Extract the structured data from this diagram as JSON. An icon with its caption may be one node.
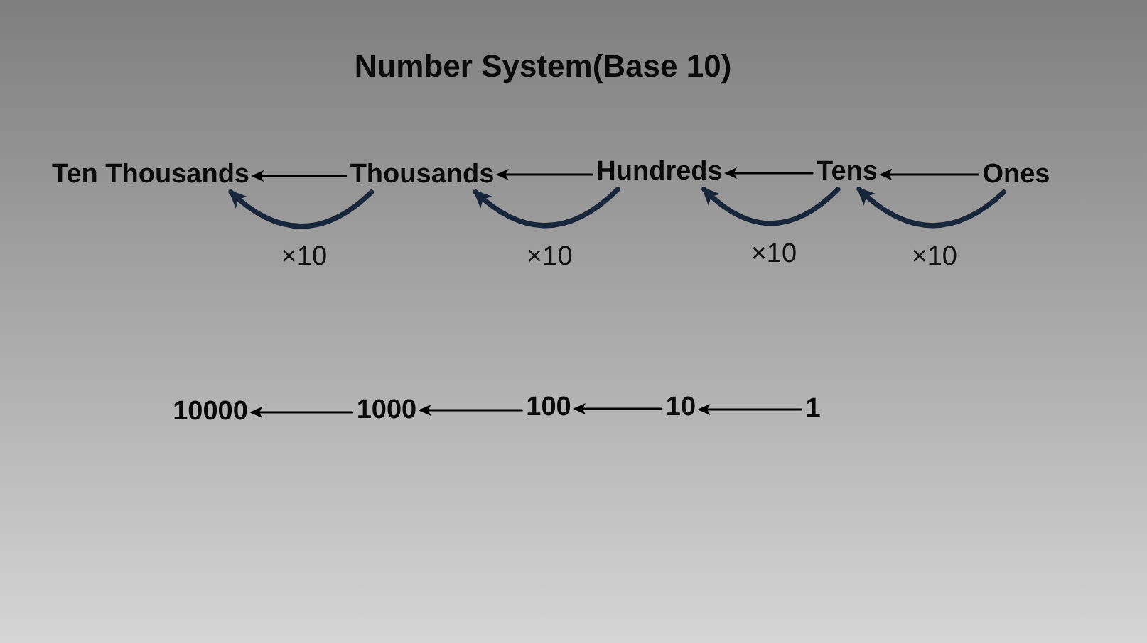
{
  "diagram": {
    "title": "Number System(Base 10)",
    "nodes": [
      {
        "text": [
          "Ten Thousands"
        ]
      },
      {
        "text": [
          "Thousands"
        ]
      },
      {
        "text": [
          "Hundreds"
        ]
      },
      {
        "text": [
          "Tens"
        ]
      },
      {
        "text": [
          "Ones"
        ]
      },
      {
        "text": [
          "10000"
        ]
      },
      {
        "text": [
          "1000"
        ]
      },
      {
        "text": [
          "100"
        ]
      },
      {
        "text": [
          "10"
        ]
      },
      {
        "text": [
          "1"
        ]
      }
    ],
    "edges": [
      {
        "from": 1,
        "to": 0,
        "arrow": "to"
      },
      {
        "from": 2,
        "to": 1,
        "arrow": "to"
      },
      {
        "from": 3,
        "to": 2,
        "arrow": "to"
      },
      {
        "from": 4,
        "to": 3,
        "arrow": "to"
      },
      {
        "from": 1,
        "to": 0,
        "arrow": "to",
        "label": "×10",
        "style": "thick",
        "color": "#17263b"
      },
      {
        "from": 2,
        "to": 1,
        "arrow": "to",
        "label": "×10",
        "style": "thick",
        "color": "#17263b"
      },
      {
        "from": 3,
        "to": 2,
        "arrow": "to",
        "label": "×10",
        "style": "thick",
        "color": "#17263b"
      },
      {
        "from": 4,
        "to": 3,
        "arrow": "to",
        "label": "×10",
        "style": "thick",
        "color": "#17263b"
      },
      {
        "from": 6,
        "to": 5,
        "arrow": "to"
      },
      {
        "from": 7,
        "to": 6,
        "arrow": "to"
      },
      {
        "from": 8,
        "to": 7,
        "arrow": "to"
      },
      {
        "from": 9,
        "to": 8,
        "arrow": "to"
      }
    ]
  }
}
